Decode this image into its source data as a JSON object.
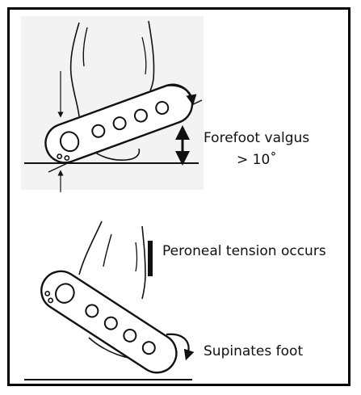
{
  "labels": {
    "forefoot_valgus": "Forefoot valgus",
    "angle": "> 10˚",
    "peroneal_tension": "Peroneal tension occurs",
    "supinates_foot": "Supinates foot"
  },
  "colors": {
    "ink": "#111111",
    "frame": "#000000",
    "panel_shade": "#f3f3f3"
  }
}
